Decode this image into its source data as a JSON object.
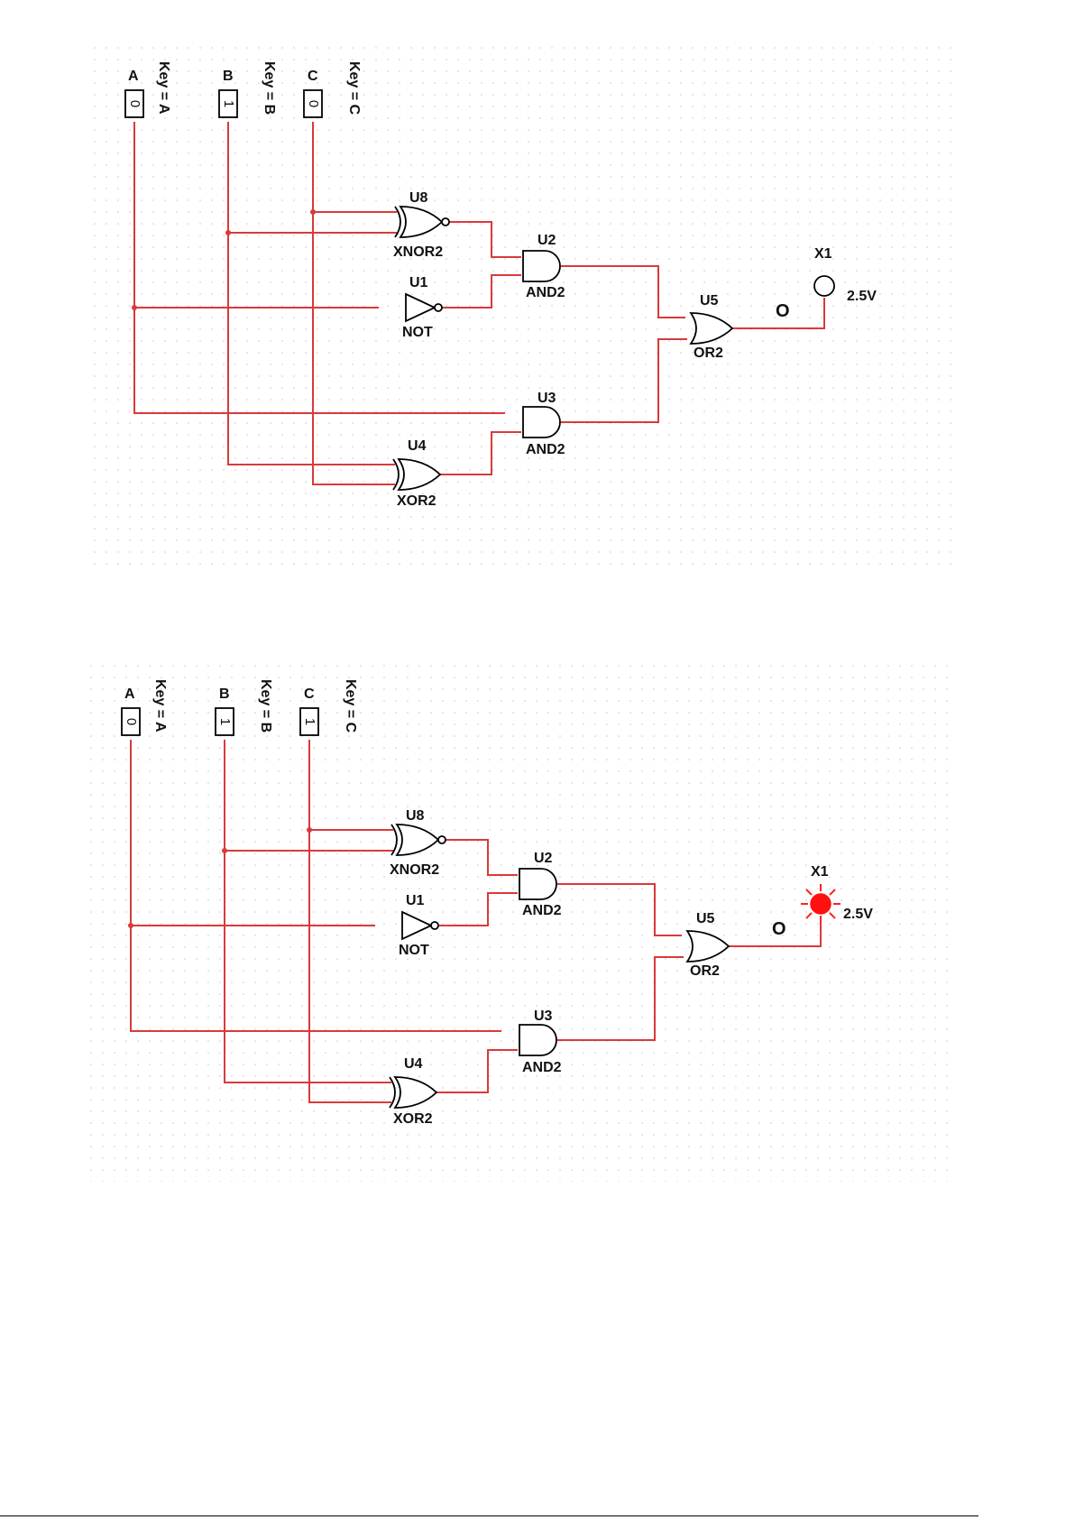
{
  "circuits": [
    {
      "switches": [
        {
          "name": "A",
          "key": "Key = A",
          "value": "0"
        },
        {
          "name": "B",
          "key": "Key = B",
          "value": "1"
        },
        {
          "name": "C",
          "key": "Key = C",
          "value": "0"
        }
      ],
      "gates": {
        "u8": {
          "ref": "U8",
          "type": "XNOR2"
        },
        "u1": {
          "ref": "U1",
          "type": "NOT"
        },
        "u2": {
          "ref": "U2",
          "type": "AND2"
        },
        "u3": {
          "ref": "U3",
          "type": "AND2"
        },
        "u4": {
          "ref": "U4",
          "type": "XOR2"
        },
        "u5": {
          "ref": "U5",
          "type": "OR2"
        }
      },
      "output_net": "O",
      "probe": {
        "ref": "X1",
        "voltage": "2.5V",
        "lit": false
      }
    },
    {
      "switches": [
        {
          "name": "A",
          "key": "Key = A",
          "value": "0"
        },
        {
          "name": "B",
          "key": "Key = B",
          "value": "1"
        },
        {
          "name": "C",
          "key": "Key = C",
          "value": "1"
        }
      ],
      "gates": {
        "u8": {
          "ref": "U8",
          "type": "XNOR2"
        },
        "u1": {
          "ref": "U1",
          "type": "NOT"
        },
        "u2": {
          "ref": "U2",
          "type": "AND2"
        },
        "u3": {
          "ref": "U3",
          "type": "AND2"
        },
        "u4": {
          "ref": "U4",
          "type": "XOR2"
        },
        "u5": {
          "ref": "U5",
          "type": "OR2"
        }
      },
      "output_net": "O",
      "probe": {
        "ref": "X1",
        "voltage": "2.5V",
        "lit": true
      }
    }
  ],
  "colors": {
    "wire": "#d93a3a",
    "probe_lit": "#ff1010"
  }
}
